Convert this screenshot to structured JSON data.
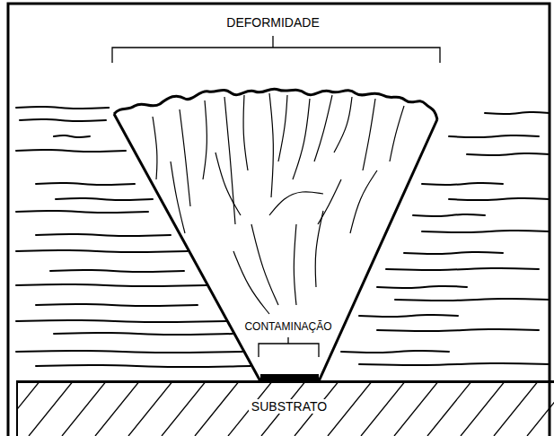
{
  "diagram": {
    "nodes": [
      {
        "text": [
          "SUBSTRATO"
        ]
      }
    ],
    "labels": [
      "DEFORMIDADE",
      "CONTAMINAÇÃO"
    ]
  }
}
